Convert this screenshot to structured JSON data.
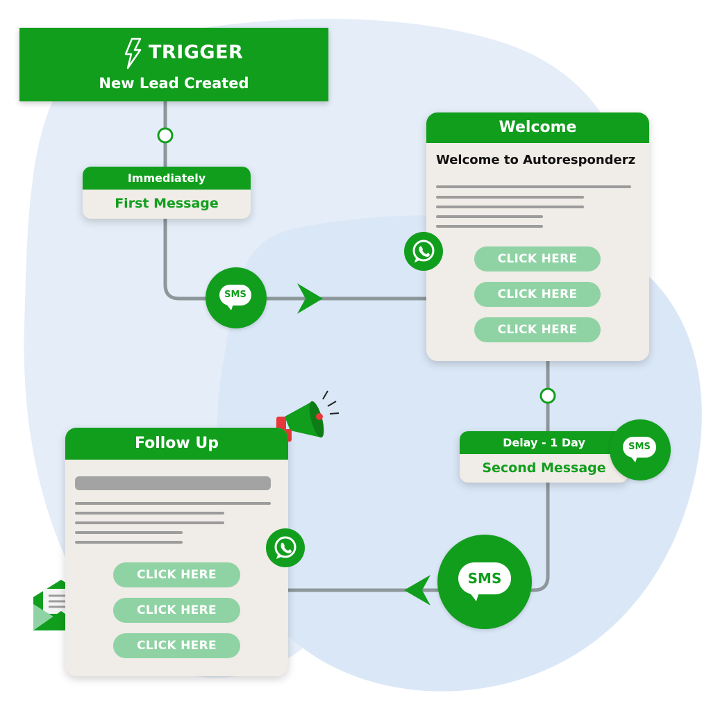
{
  "trigger": {
    "title": "TRIGGER",
    "subtitle": "New Lead Created"
  },
  "step1": {
    "timing": "Immediately",
    "label": "First Message"
  },
  "welcome": {
    "header": "Welcome",
    "heading": "Welcome to Autoresponderz",
    "buttons": [
      "CLICK HERE",
      "CLICK HERE",
      "CLICK HERE"
    ]
  },
  "step2": {
    "timing": "Delay - 1 Day",
    "label": "Second Message"
  },
  "followup": {
    "header": "Follow Up",
    "buttons": [
      "CLICK HERE",
      "CLICK HERE",
      "CLICK HERE"
    ]
  },
  "badges": {
    "sms_label": "SMS"
  },
  "colors": {
    "brand_green": "#119e1d",
    "button_green": "#8fd3a4",
    "card_bg": "#f0ece7",
    "connector": "#8d979b",
    "blob": "#e3ecf8",
    "accent_red": "#e63a3a"
  },
  "icons": [
    "lightning-icon",
    "whatsapp-icon",
    "sms-bubble-icon",
    "megaphone-icon",
    "envelope-icon",
    "arrow-right-icon",
    "arrow-left-icon"
  ]
}
